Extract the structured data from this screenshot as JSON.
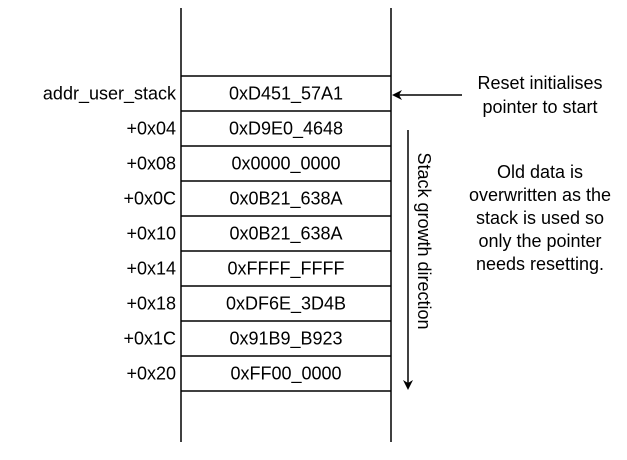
{
  "rows": [
    {
      "offset": "addr_user_stack",
      "value": "0xD451_57A1"
    },
    {
      "offset": "+0x04",
      "value": "0xD9E0_4648"
    },
    {
      "offset": "+0x08",
      "value": "0x0000_0000"
    },
    {
      "offset": "+0x0C",
      "value": "0x0B21_638A"
    },
    {
      "offset": "+0x10",
      "value": "0x0B21_638A"
    },
    {
      "offset": "+0x14",
      "value": "0xFFFF_FFFF"
    },
    {
      "offset": "+0x18",
      "value": "0xDF6E_3D4B"
    },
    {
      "offset": "+0x1C",
      "value": "0x91B9_B923"
    },
    {
      "offset": "+0x20",
      "value": "0xFF00_0000"
    }
  ],
  "reset_note": [
    "Reset initialises",
    "pointer to start"
  ],
  "growth_label": "Stack growth direction",
  "old_data_note": [
    "Old data is",
    "overwritten as the",
    "stack is used so",
    "only the pointer",
    "needs resetting."
  ],
  "colors": {
    "line": "#000000",
    "text": "#000000",
    "background": "#ffffff"
  }
}
